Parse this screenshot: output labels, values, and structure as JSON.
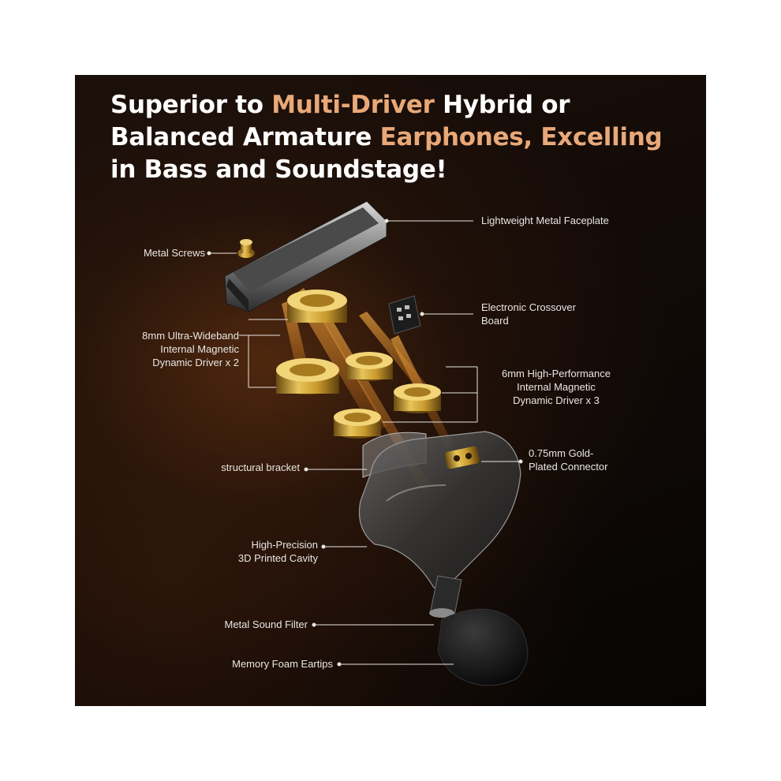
{
  "headline": {
    "line1_a": "Superior to ",
    "line1_b": "Multi-Driver ",
    "line1_c": "Hybrid or",
    "line2_a": "Balanced Armature ",
    "line2_b": "Earphones, Excelling",
    "line3": "in Bass and Soundstage!"
  },
  "labels": {
    "faceplate": "Lightweight Metal Faceplate",
    "screws": "Metal Screws",
    "crossover_1": "Electronic Crossover",
    "crossover_2": "Board",
    "driver8_1": "8mm Ultra-Wideband",
    "driver8_2": "Internal Magnetic",
    "driver8_3": "Dynamic Driver x 2",
    "driver6_1": "6mm High-Performance",
    "driver6_2": "Internal Magnetic",
    "driver6_3": "Dynamic Driver x 3",
    "bracket": "structural bracket",
    "connector_1": "0.75mm Gold-",
    "connector_2": "Plated Connector",
    "cavity_1": "High-Precision",
    "cavity_2": "3D Printed Cavity",
    "filter": "Metal Sound Filter",
    "eartips": "Memory Foam Eartips"
  },
  "colors": {
    "background": "#120a07",
    "headline_white": "#ffffff",
    "headline_accent": "#e8a878",
    "gold": "#c9a23a",
    "leader_line": "#e9e6e3"
  }
}
